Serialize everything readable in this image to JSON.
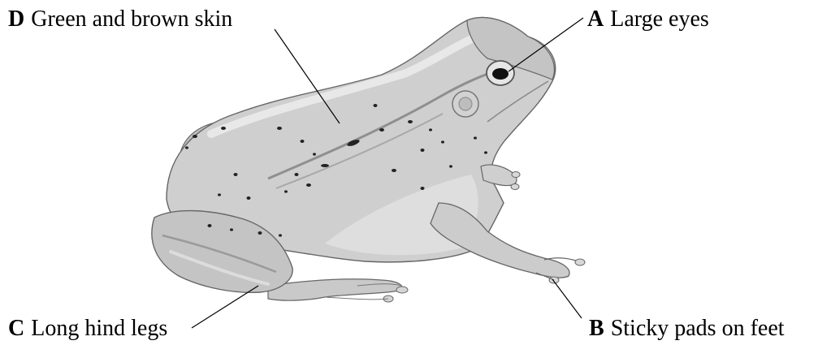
{
  "labels": {
    "d": {
      "letter": "D",
      "text": "Green and brown skin"
    },
    "a": {
      "letter": "A",
      "text": "Large eyes"
    },
    "c": {
      "letter": "C",
      "text": "Long hind legs"
    },
    "b": {
      "letter": "B",
      "text": "Sticky pads on feet"
    }
  },
  "colors": {
    "body_light": "#d8d8d8",
    "body_mid": "#bdbdbd",
    "body_dark": "#8f8f8f",
    "outline": "#555555",
    "spots": "#222222",
    "leader_line": "#000000"
  }
}
